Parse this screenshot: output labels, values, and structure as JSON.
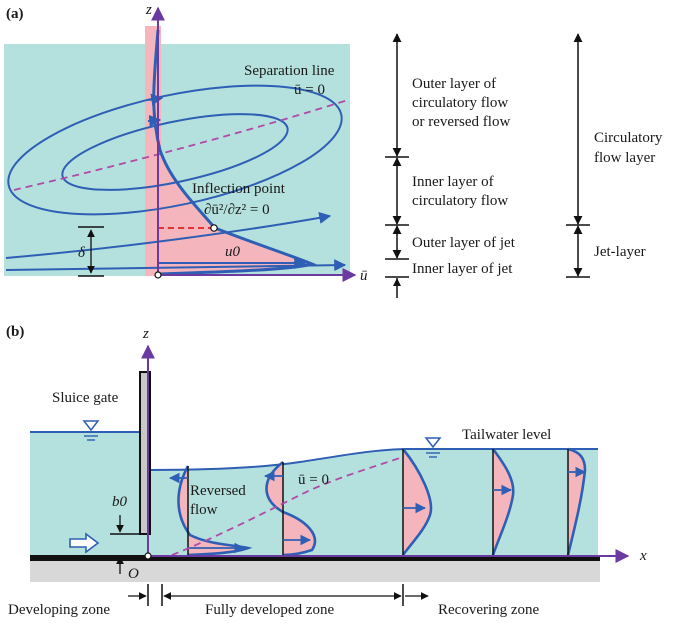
{
  "panel_a": {
    "label": "(a)",
    "axis_z": "z",
    "axis_u": "ū",
    "separation_line": "Separation line",
    "ubar_zero": "ū = 0",
    "inflection_point": "Inflection point",
    "inflection_eq": "∂ū²/∂z² = 0",
    "delta": "δ",
    "u0": "u0",
    "layers": [
      "Outer layer of",
      "circulatory flow",
      "or reversed flow",
      "Inner layer of",
      "circulatory flow",
      "Outer layer of jet",
      "Inner layer of jet"
    ],
    "groups": [
      "Circulatory",
      "flow layer",
      "Jet-layer"
    ]
  },
  "panel_b": {
    "label": "(b)",
    "axis_z": "z",
    "axis_x": "x",
    "origin": "O",
    "sluice_gate": "Sluice gate",
    "tailwater_level": "Tailwater level",
    "b0": "b0",
    "reversed": "Reversed",
    "flow": "flow",
    "ubar_zero": "ū = 0",
    "zones": [
      "Developing zone",
      "Fully developed zone",
      "Recovering zone"
    ]
  },
  "colors": {
    "water": "#b4e1dd",
    "profile_fill": "#f5b5bd",
    "line_blue": "#2f5fb4",
    "axis_purple": "#6a3aa0",
    "dashed_magenta": "#b04aa8",
    "red_dash": "#e02020",
    "ground": "#d8d8d8"
  }
}
